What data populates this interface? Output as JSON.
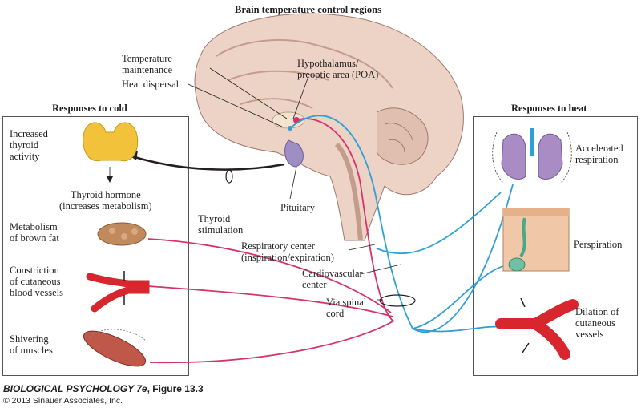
{
  "title": "Brain temperature control regions",
  "brain_labels": {
    "temperature_maintenance": "Temperature\nmaintenance",
    "heat_dispersal": "Heat dispersal",
    "hypothalamus": "Hypothalamus/\npreoptic area (POA)",
    "thyroid_stimulation": "Thyroid\nstimulation",
    "pituitary": "Pituitary",
    "respiratory_center": "Respiratory center\n(inspiration/expiration)",
    "cardiovascular_center": "Cardiovascular\ncenter",
    "via_spinal_cord": "Via spinal\ncord"
  },
  "cold_panel": {
    "title": "Responses to cold",
    "increased_thyroid": "Increased\nthyroid\nactivity",
    "thyroid_hormone": "Thyroid hormone\n(increases metabolism)",
    "brown_fat": "Metabolism\nof brown fat",
    "constriction": "Constriction\nof cutaneous\nblood vessels",
    "shivering": "Shivering\nof muscles"
  },
  "heat_panel": {
    "title": "Responses to heat",
    "respiration": "Accelerated\nrespiration",
    "perspiration": "Perspiration",
    "dilation": "Dilation of\ncutaneous\nvessels"
  },
  "footer": {
    "book": "BIOLOGICAL PSYCHOLOGY 7e",
    "figure": ", Figure 13.3",
    "copyright": "© 2013 Sinauer Associates, Inc."
  },
  "colors": {
    "cold_pathway": "#d6336c",
    "heat_pathway": "#2f9fd8",
    "brain": "#e8cfc2",
    "thyroid": "#f2c23a",
    "vessel": "#d8262e",
    "lung": "#a98cc4",
    "skin": "#f0c8a8"
  },
  "icons": [
    "brain-illustration",
    "thyroid-gland-icon",
    "brown-fat-icon",
    "constricted-vessel-icon",
    "muscle-icon",
    "lungs-icon",
    "skin-sweat-gland-icon",
    "dilated-vessel-icon"
  ]
}
